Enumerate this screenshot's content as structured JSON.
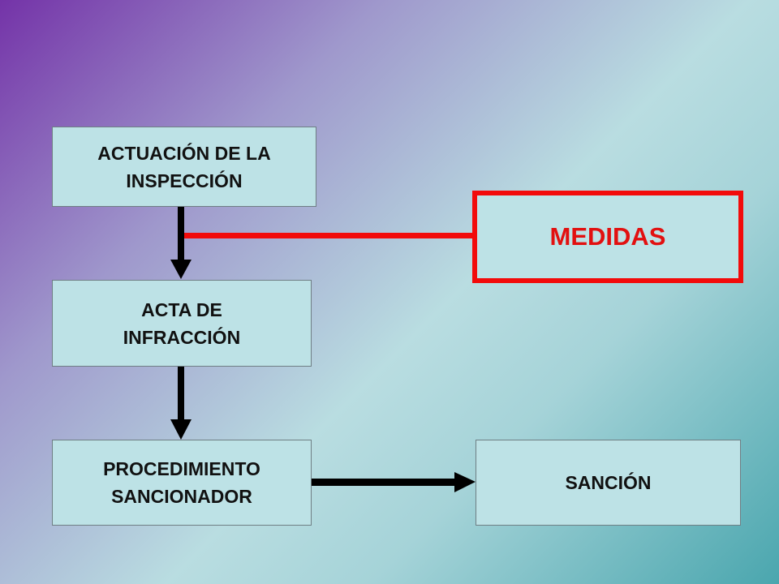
{
  "diagram": {
    "nodes": {
      "actuacion": {
        "lines": [
          "ACTUACIÓN DE LA",
          "INSPECCIÓN"
        ]
      },
      "acta": {
        "lines": [
          "ACTA DE",
          "INFRACCIÓN"
        ]
      },
      "procedimiento": {
        "lines": [
          "PROCEDIMIENTO",
          "SANCIONADOR"
        ]
      },
      "sancion": {
        "lines": [
          "SANCIÓN"
        ]
      },
      "medidas": {
        "lines": [
          "MEDIDAS"
        ]
      }
    },
    "edges": [
      {
        "from": "actuacion",
        "to": "acta",
        "style": "arrow"
      },
      {
        "from": "acta",
        "to": "procedimiento",
        "style": "arrow"
      },
      {
        "from": "procedimiento",
        "to": "sancion",
        "style": "arrow"
      },
      {
        "from": "actuacion",
        "to": "medidas",
        "style": "line"
      }
    ],
    "colors": {
      "box_fill": "#bde2e6",
      "arrow": "#000000",
      "medidas_accent": "#f20b0b"
    }
  }
}
